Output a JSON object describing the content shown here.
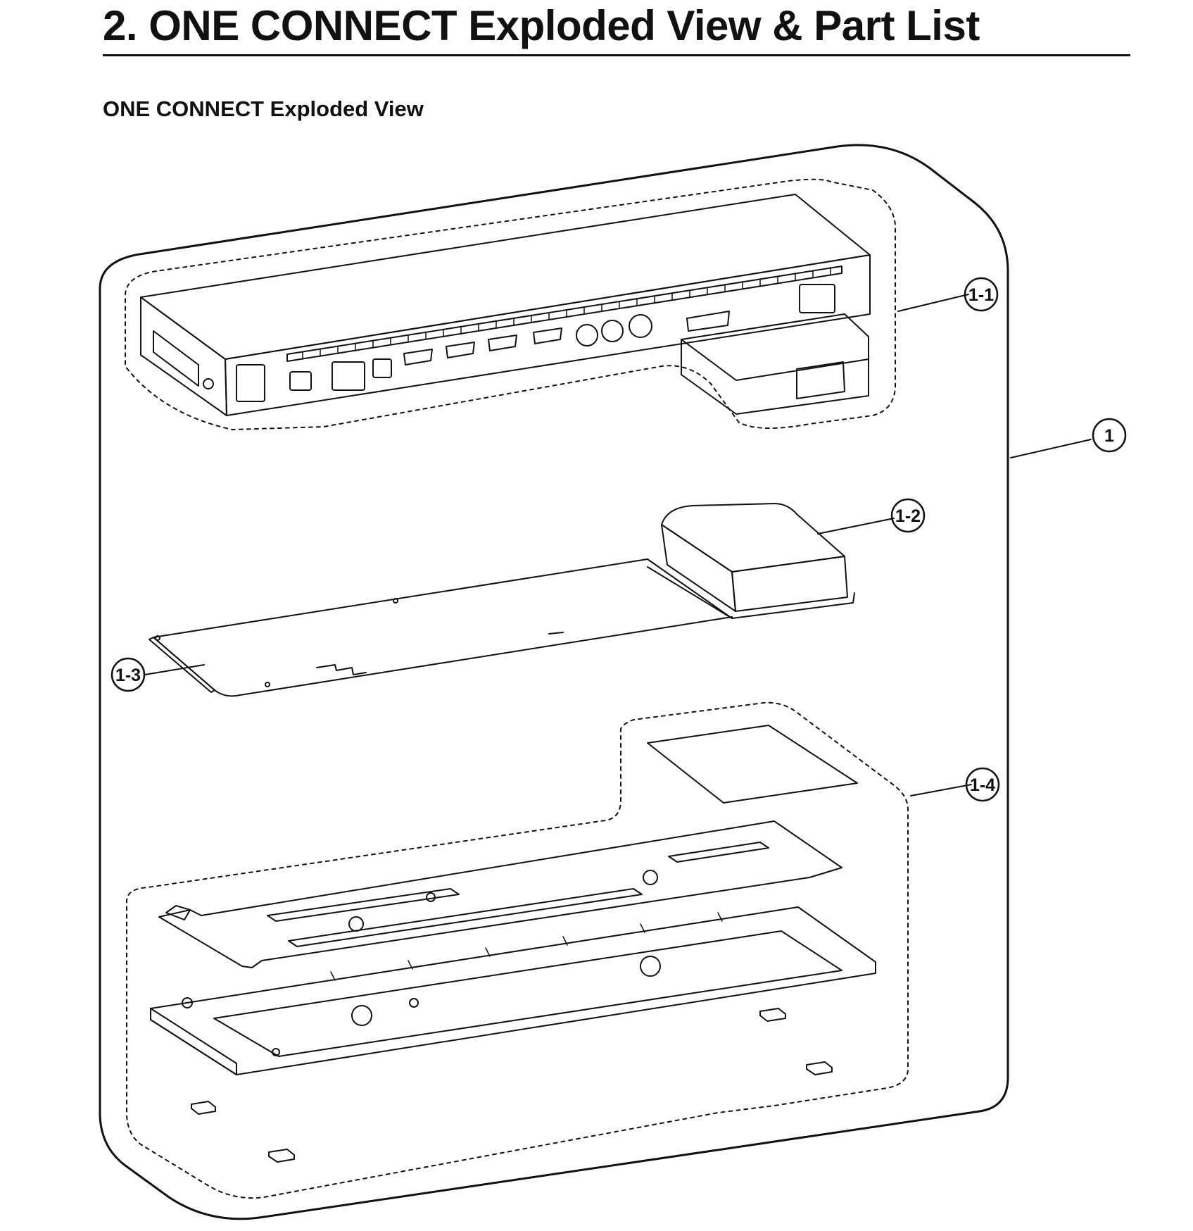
{
  "page": {
    "title": "2.  ONE CONNECT Exploded View & Part List",
    "section_heading": "ONE CONNECT Exploded View"
  },
  "diagram": {
    "callouts": [
      {
        "id": "1",
        "label": "1"
      },
      {
        "id": "1-1",
        "label": "1-1"
      },
      {
        "id": "1-2",
        "label": "1-2"
      },
      {
        "id": "1-3",
        "label": "1-3"
      },
      {
        "id": "1-4",
        "label": "1-4"
      }
    ],
    "line_color": "#111111"
  }
}
